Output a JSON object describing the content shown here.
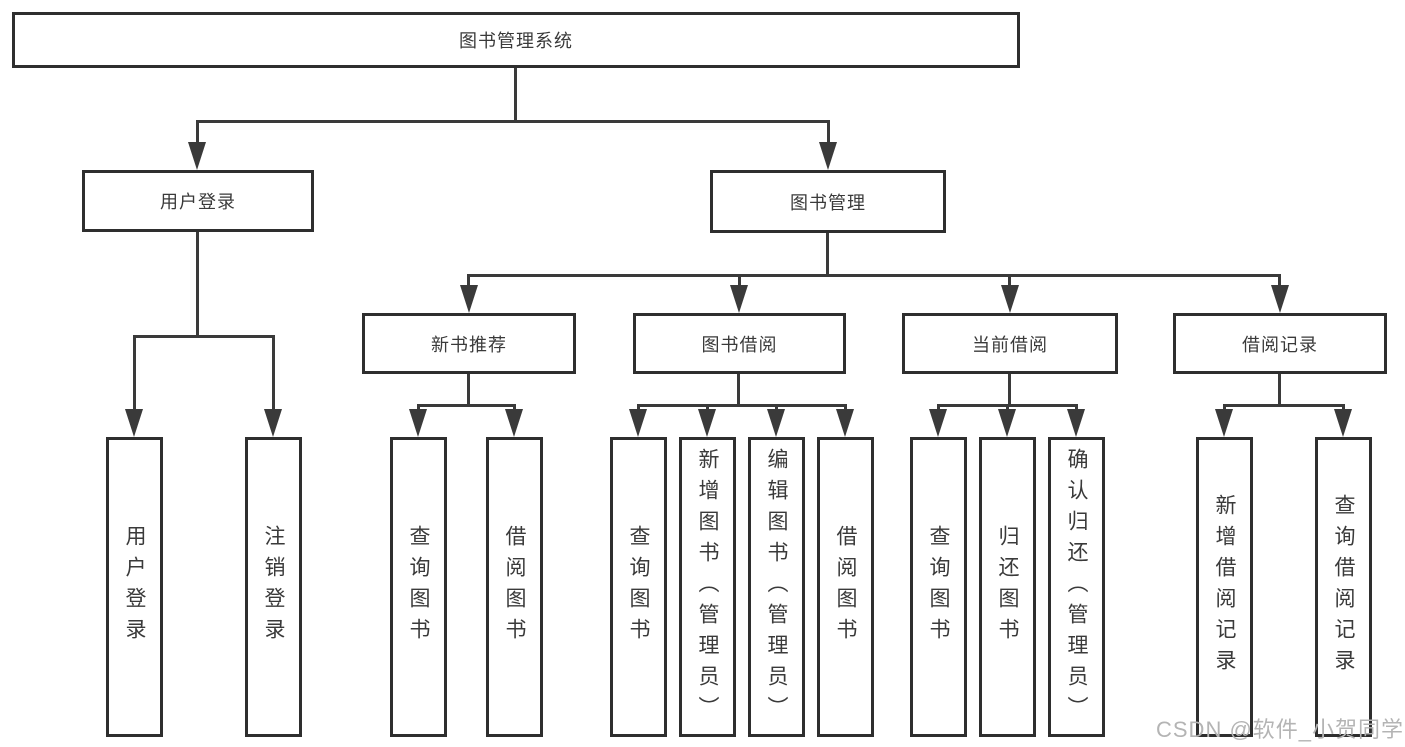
{
  "watermark": "CSDN @软件_小贺同学",
  "colors": {
    "line": "#3a3a3a",
    "border": "#2e2e2e",
    "text": "#3a3a3a",
    "watermark": "#b4b4b4",
    "background": "#ffffff"
  },
  "tree": {
    "root": {
      "label": "图书管理系统"
    },
    "level2": [
      {
        "label": "用户登录"
      },
      {
        "label": "图书管理"
      }
    ],
    "level3": [
      {
        "label": "新书推荐"
      },
      {
        "label": "图书借阅"
      },
      {
        "label": "当前借阅"
      },
      {
        "label": "借阅记录"
      }
    ],
    "leaves": {
      "user_login": [
        "用户登录",
        "注销登录"
      ],
      "new_book_recommend": [
        "查询图书",
        "借阅图书"
      ],
      "book_borrow": [
        "查询图书",
        "新增图书（管理员）",
        "编辑图书（管理员）",
        "借阅图书"
      ],
      "current_borrow": [
        "查询图书",
        "归还图书",
        "确认归还（管理员）"
      ],
      "borrow_records": [
        "新增借阅记录",
        "查询借阅记录"
      ]
    }
  }
}
